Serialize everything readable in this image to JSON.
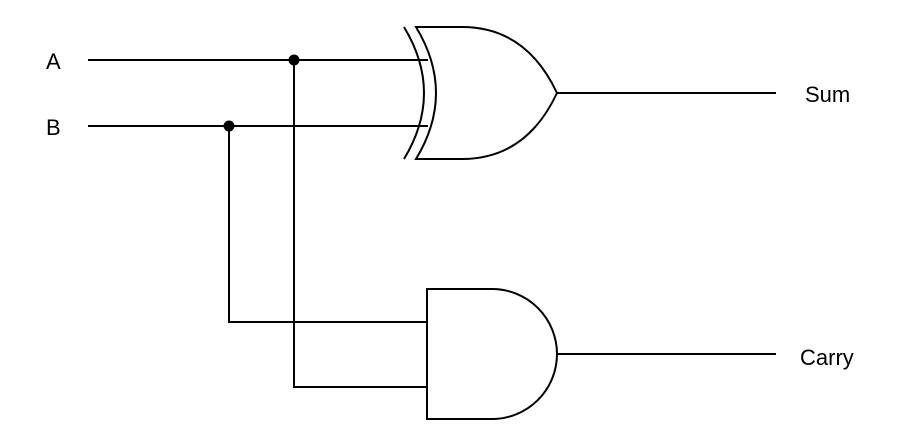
{
  "circuit": {
    "inputs": {
      "a_label": "A",
      "b_label": "B"
    },
    "outputs": {
      "sum_label": "Sum",
      "carry_label": "Carry"
    },
    "gates": {
      "sum_gate": "xor",
      "carry_gate": "and"
    },
    "colors": {
      "line": "#000000",
      "background": "#ffffff"
    }
  }
}
